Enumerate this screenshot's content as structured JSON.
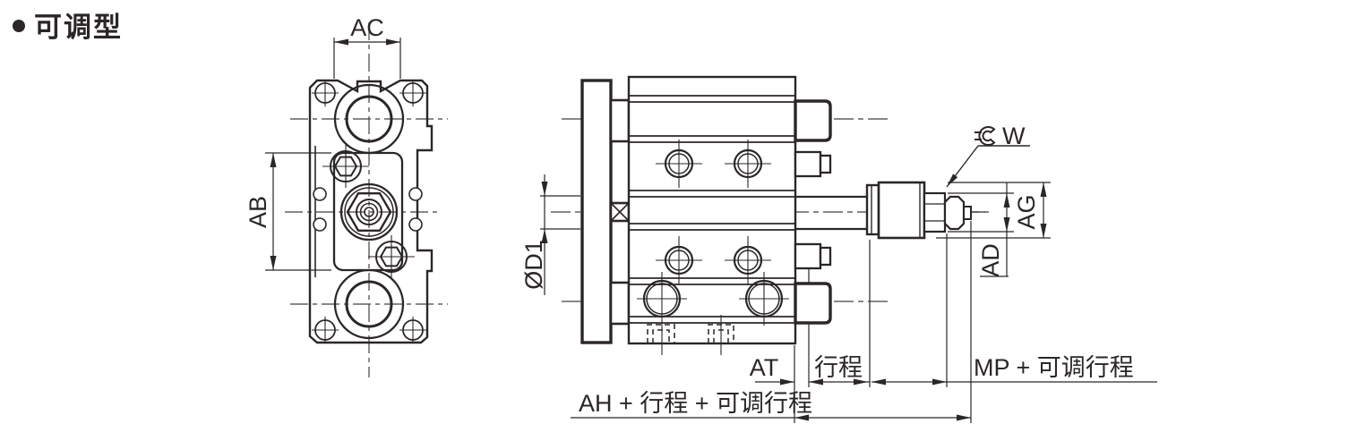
{
  "title": {
    "bullet": "●",
    "text": "可调型"
  },
  "front_view": {
    "dim_width_label": "AC",
    "dim_height_label": "AB"
  },
  "side_view": {
    "rod_diameter_label": "ØD1",
    "wrench_flats_label": "W",
    "dim_ag_label": "AG",
    "dim_ad_label": "AD",
    "dim_at_label": "AT",
    "stroke_label": "行程",
    "mp_plus_adjustable_stroke_label": "MP + 可调行程",
    "total_length_label": "AH + 行程 + 可调行程"
  },
  "colors": {
    "line": "#2b2627",
    "thin_line": "#453f40",
    "background": "#ffffff"
  }
}
